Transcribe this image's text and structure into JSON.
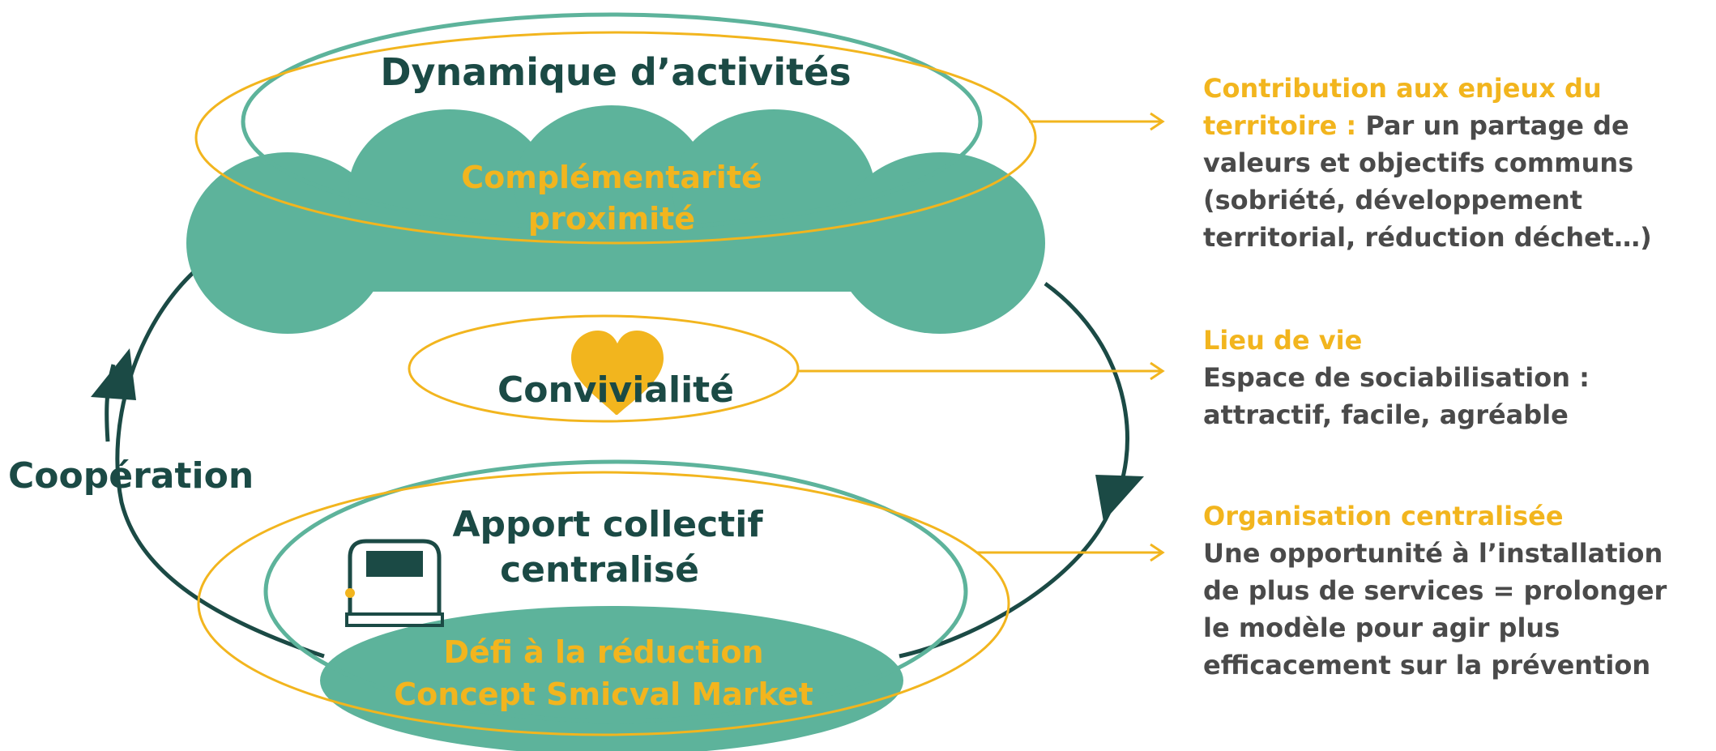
{
  "colors": {
    "dark_green": "#1b4a45",
    "teal": "#5db39b",
    "gold": "#f2b51e",
    "text_grey": "#4a4a4a"
  },
  "top": {
    "title": "Dynamique d’activités",
    "subtitle_line1": "Complémentarité",
    "subtitle_line2": "proximité"
  },
  "middle": {
    "title": "Convivialité",
    "icon": "heart-icon"
  },
  "bottom": {
    "title_line1": "Apport collectif",
    "title_line2": "centralisé",
    "subtitle_line1": "Défi à la réduction",
    "subtitle_line2": "Concept Smicval Market",
    "icon": "container-icon"
  },
  "cycle_label": "Coopération",
  "annotations": [
    {
      "heading_line1": "Contribution aux enjeux du",
      "heading_line2": "territoire :",
      "text_line2": " Par un partage de",
      "lines": [
        "valeurs et objectifs communs",
        "(sobriété, développement",
        "territorial, réduction déchet…)"
      ]
    },
    {
      "heading": "Lieu de vie",
      "lines": [
        "Espace de sociabilisation :",
        "attractif, facile, agréable"
      ]
    },
    {
      "heading": "Organisation centralisée",
      "lines": [
        "Une opportunité à l’installation",
        "de plus de services = prolonger",
        "le modèle pour agir plus",
        "efficacement sur la prévention"
      ]
    }
  ]
}
